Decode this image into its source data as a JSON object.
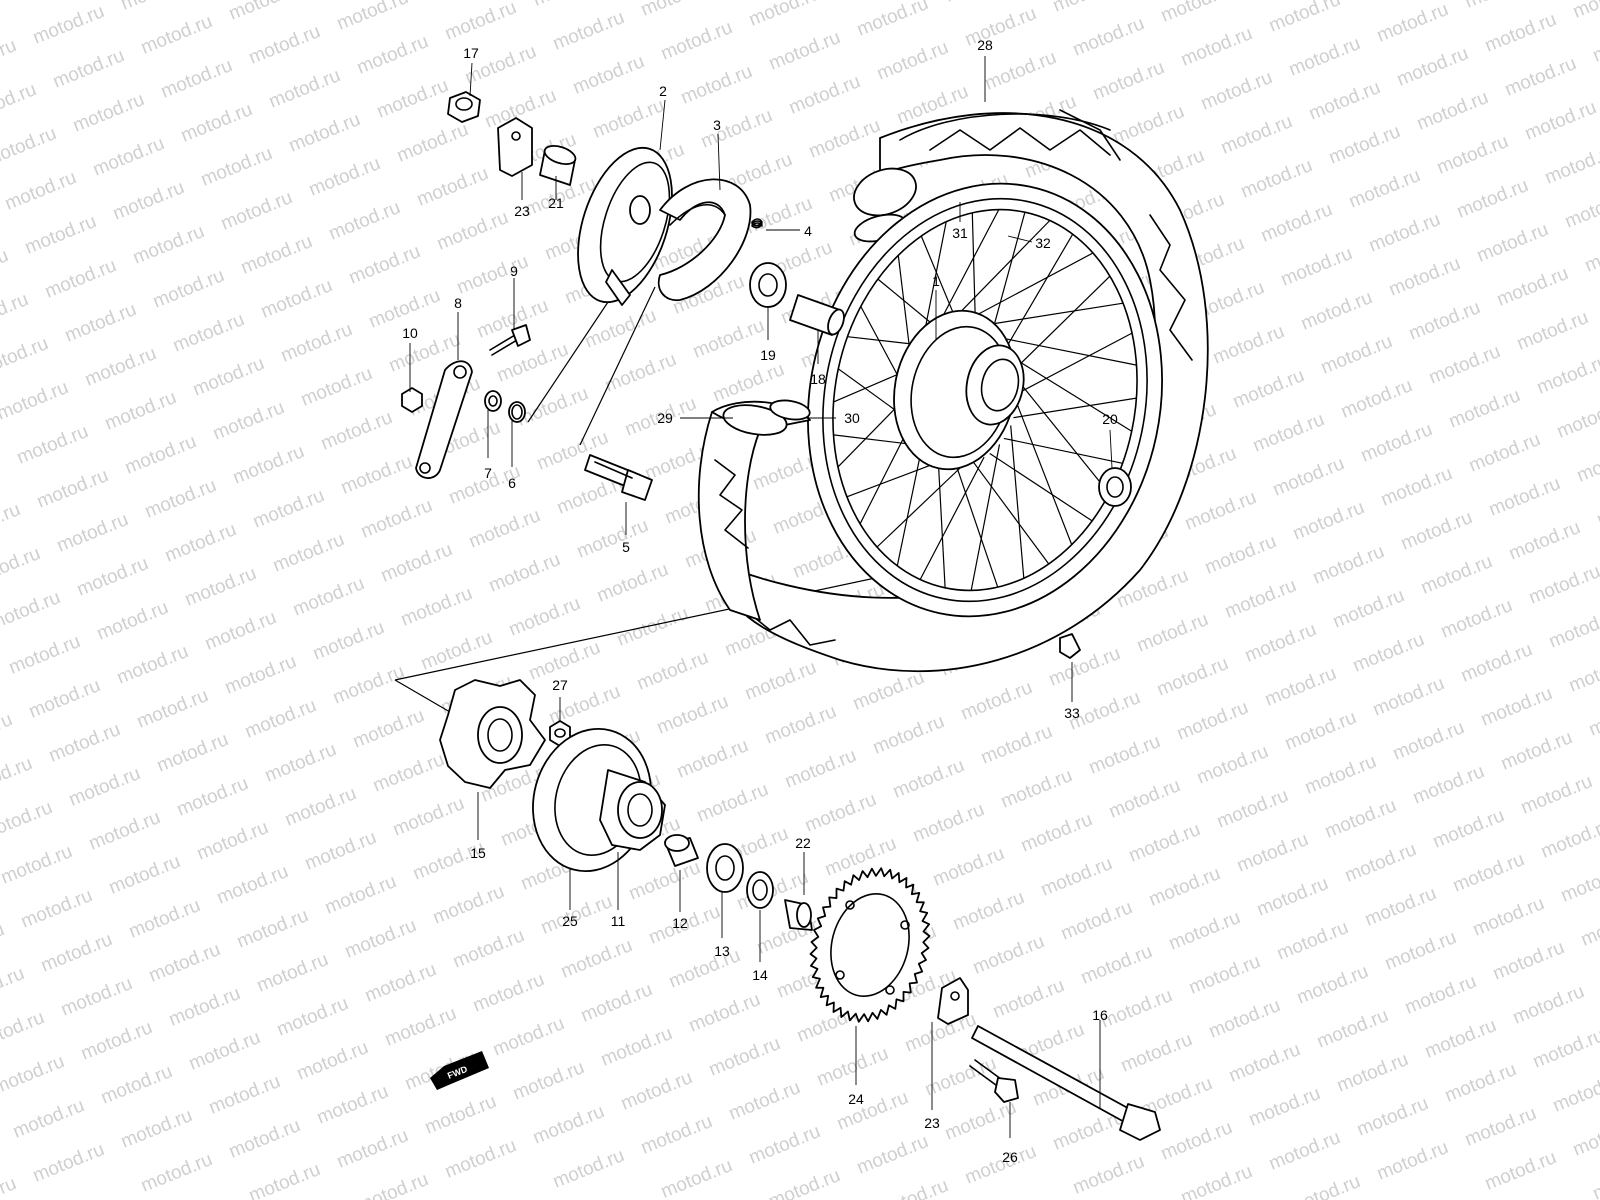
{
  "watermark": {
    "text": "motod.ru"
  },
  "fwd_badge": {
    "text": "FWD"
  },
  "callouts": [
    {
      "id": "17",
      "text": "17"
    },
    {
      "id": "2",
      "text": "2"
    },
    {
      "id": "3",
      "text": "3"
    },
    {
      "id": "28",
      "text": "28"
    },
    {
      "id": "23a",
      "text": "23"
    },
    {
      "id": "21",
      "text": "21"
    },
    {
      "id": "4",
      "text": "4"
    },
    {
      "id": "31",
      "text": "31"
    },
    {
      "id": "32",
      "text": "32"
    },
    {
      "id": "9",
      "text": "9"
    },
    {
      "id": "1",
      "text": "1"
    },
    {
      "id": "8",
      "text": "8"
    },
    {
      "id": "10",
      "text": "10"
    },
    {
      "id": "19",
      "text": "19"
    },
    {
      "id": "18",
      "text": "18"
    },
    {
      "id": "29",
      "text": "29"
    },
    {
      "id": "30",
      "text": "30"
    },
    {
      "id": "20",
      "text": "20"
    },
    {
      "id": "7",
      "text": "7"
    },
    {
      "id": "6",
      "text": "6"
    },
    {
      "id": "5",
      "text": "5"
    },
    {
      "id": "27",
      "text": "27"
    },
    {
      "id": "33",
      "text": "33"
    },
    {
      "id": "15",
      "text": "15"
    },
    {
      "id": "22",
      "text": "22"
    },
    {
      "id": "25",
      "text": "25"
    },
    {
      "id": "11",
      "text": "11"
    },
    {
      "id": "12",
      "text": "12"
    },
    {
      "id": "13",
      "text": "13"
    },
    {
      "id": "14",
      "text": "14"
    },
    {
      "id": "16",
      "text": "16"
    },
    {
      "id": "24",
      "text": "24"
    },
    {
      "id": "23b",
      "text": "23"
    },
    {
      "id": "26",
      "text": "26"
    }
  ]
}
